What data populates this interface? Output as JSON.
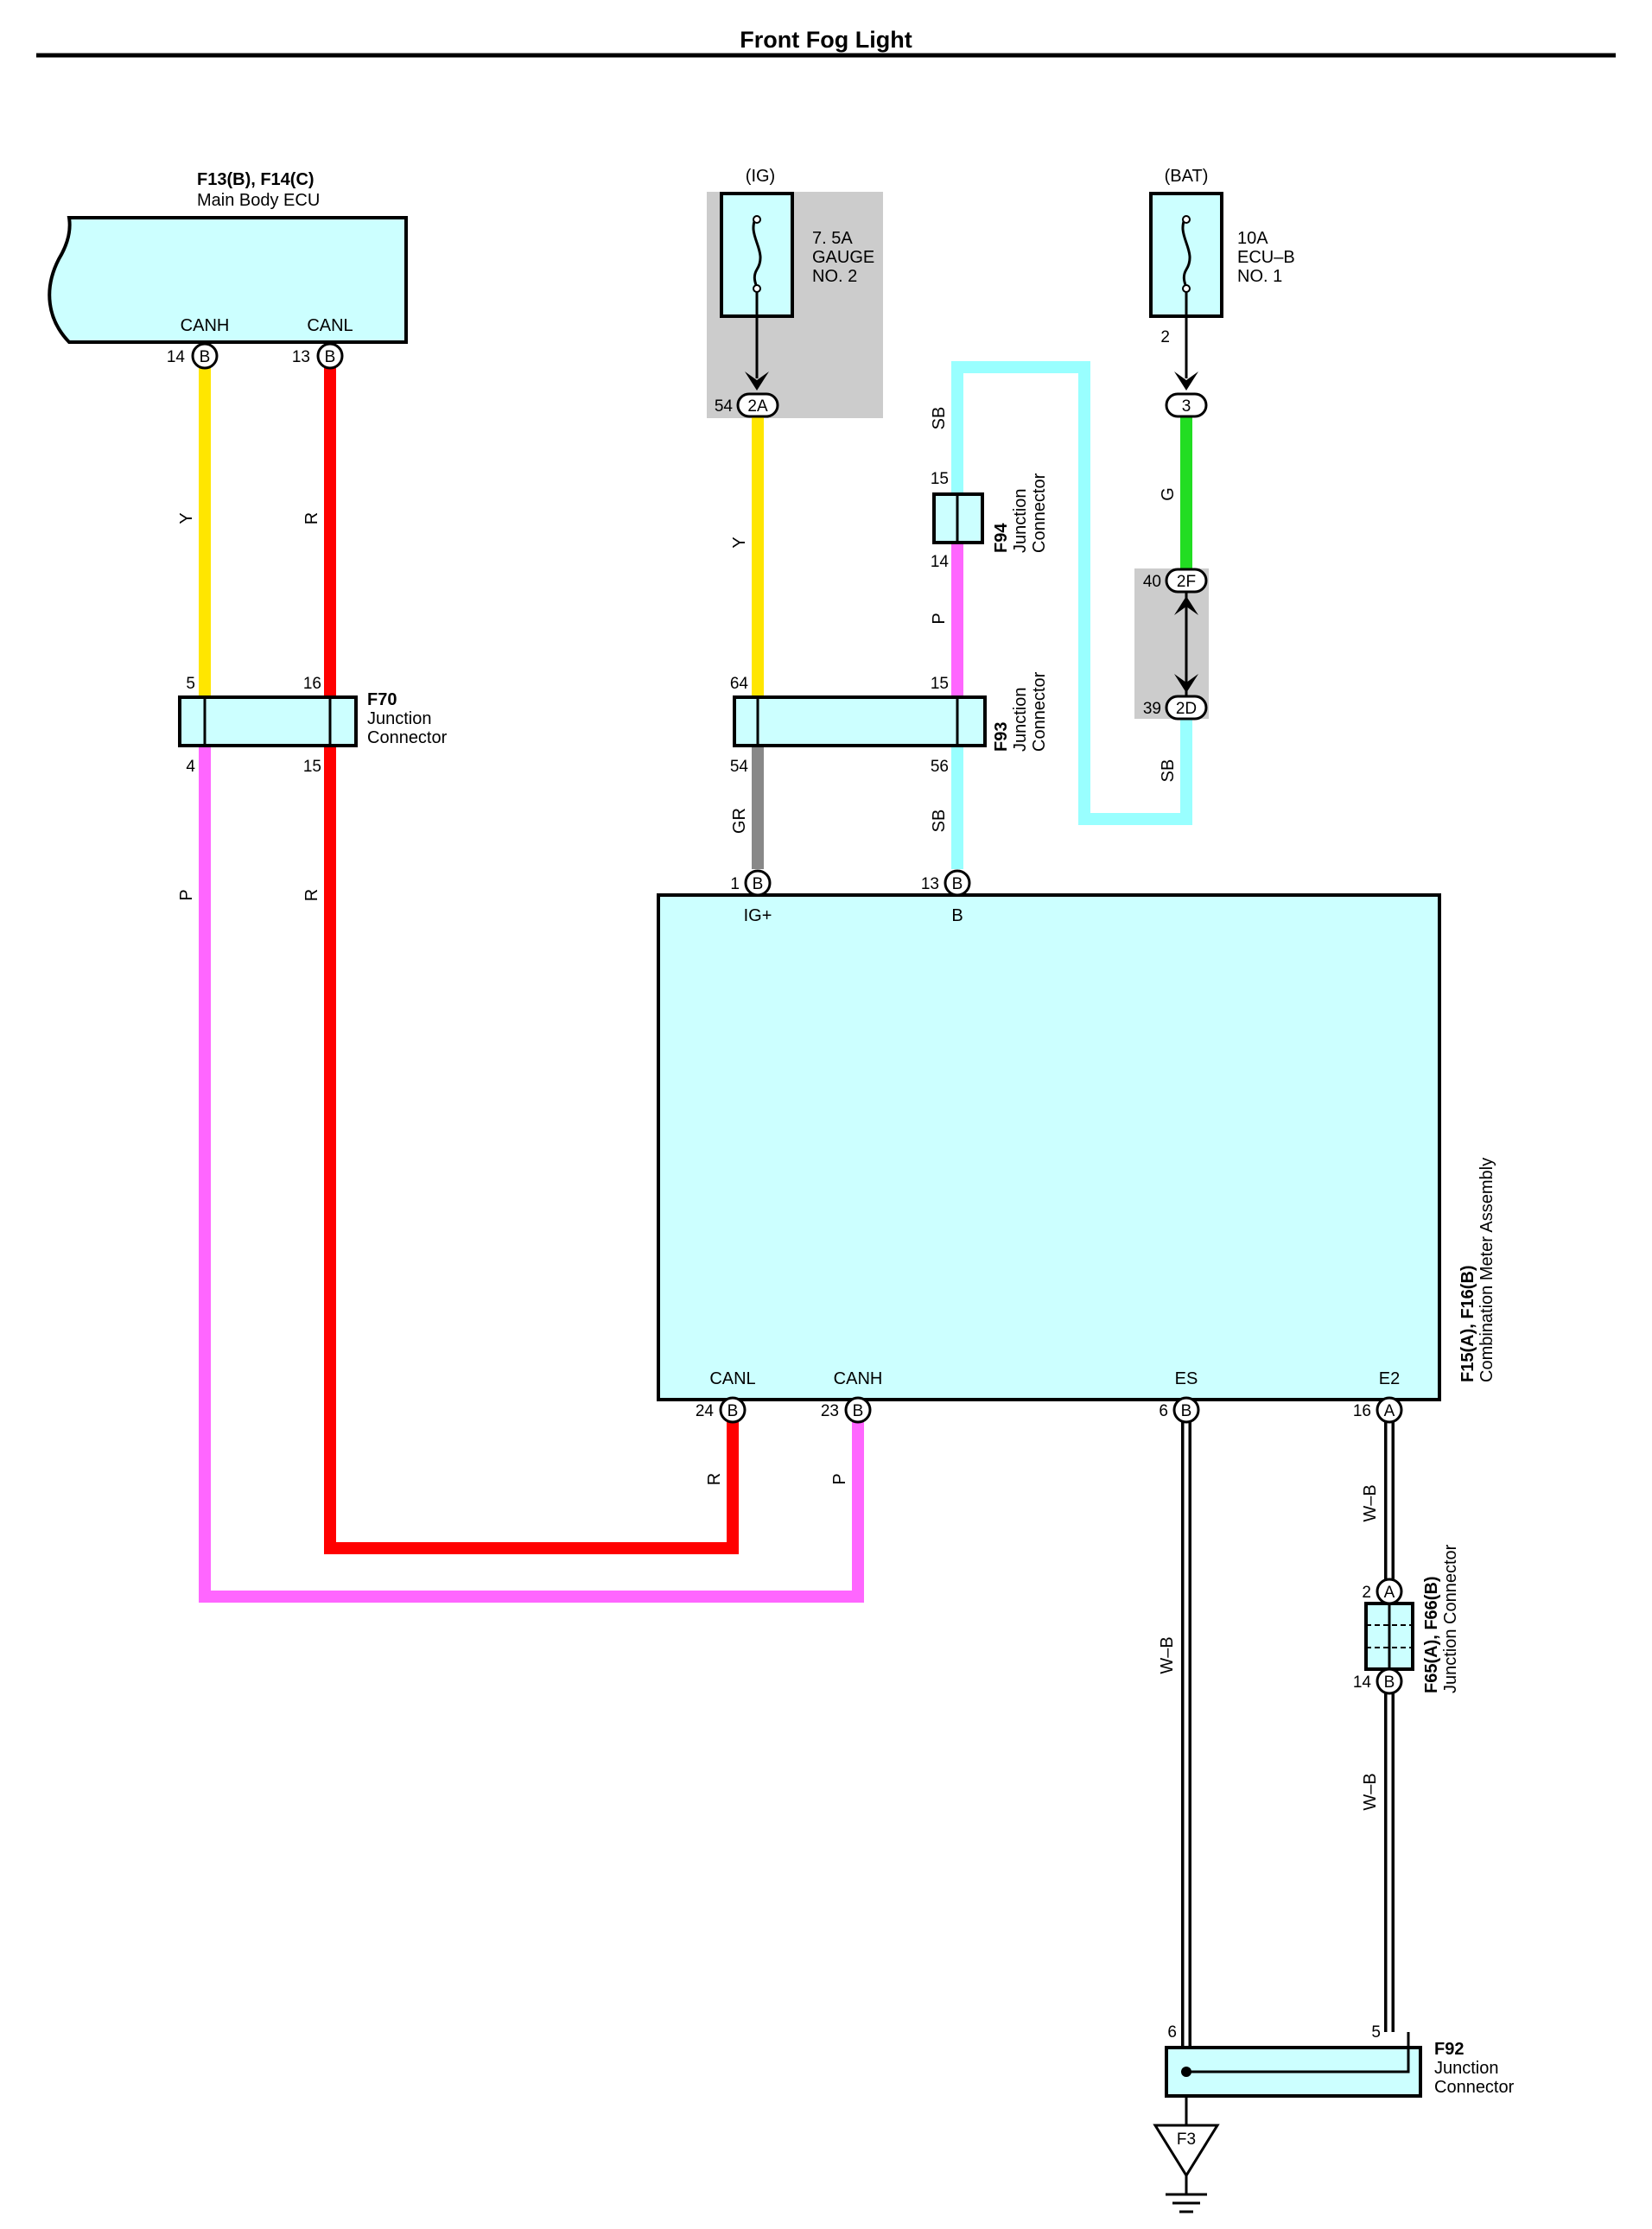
{
  "title": "Front Fog Light",
  "colors": {
    "Y": "#ffe600",
    "R": "#ff0000",
    "P": "#ff66ff",
    "SB": "#99ffff",
    "G": "#22dd22",
    "GR": "#888888",
    "connector_fill": "#ccffff",
    "relay_block": "#cccccc"
  },
  "components": {
    "main_body_ecu": {
      "code": "F13(B), F14(C)",
      "name": "Main Body ECU",
      "canh": "CANH",
      "canl": "CANL"
    },
    "fuse_gauge": {
      "supply": "(IG)",
      "line1": "7. 5A",
      "line2": "GAUGE",
      "line3": "NO. 2"
    },
    "fuse_ecub": {
      "supply": "(BAT)",
      "line1": "10A",
      "line2": "ECU–B",
      "line3": "NO. 1",
      "pin": "2"
    },
    "f70": {
      "code": "F70",
      "line1": "Junction",
      "line2": "Connector"
    },
    "f93": {
      "code": "F93",
      "line1": "Junction",
      "line2": "Connector"
    },
    "f94": {
      "code": "F94",
      "line1": "Junction",
      "line2": "Connector"
    },
    "meter": {
      "code": "F15(A), F16(B)",
      "name": "Combination Meter Assembly",
      "ig": "IG+",
      "b": "B",
      "canl": "CANL",
      "canh": "CANH",
      "es": "ES",
      "e2": "E2"
    },
    "f65": {
      "code": "F65(A), F66(B)",
      "name": "Junction Connector"
    },
    "f92": {
      "code": "F92",
      "line1": "Junction",
      "line2": "Connector"
    },
    "ground": "F3"
  },
  "pins": {
    "ecu_canh_num": "14",
    "ecu_canh_letter": "B",
    "ecu_canl_num": "13",
    "ecu_canl_letter": "B",
    "f70_5": "5",
    "f70_16": "16",
    "f70_4": "4",
    "f70_15": "15",
    "j2a_num": "54",
    "j2a_label": "2A",
    "j3_label": "3",
    "j2f_num": "40",
    "j2f_label": "2F",
    "j2d_num": "39",
    "j2d_label": "2D",
    "f94_15": "15",
    "f94_14": "14",
    "f93_64": "64",
    "f93_15": "15",
    "f93_54": "54",
    "f93_56": "56",
    "m_1": "1",
    "m_1_letter": "B",
    "m_13": "13",
    "m_13_letter": "B",
    "m_24": "24",
    "m_24_letter": "B",
    "m_23": "23",
    "m_23_letter": "B",
    "m_6": "6",
    "m_6_letter": "B",
    "m_16": "16",
    "m_16_letter": "A",
    "f65_2": "2",
    "f65_2_letter": "A",
    "f66_14": "14",
    "f66_14_letter": "B",
    "f92_6": "6",
    "f92_5": "5"
  },
  "wire_labels": {
    "y": "Y",
    "r": "R",
    "p": "P",
    "sb": "SB",
    "g": "G",
    "gr": "GR",
    "wb": "W–B"
  }
}
